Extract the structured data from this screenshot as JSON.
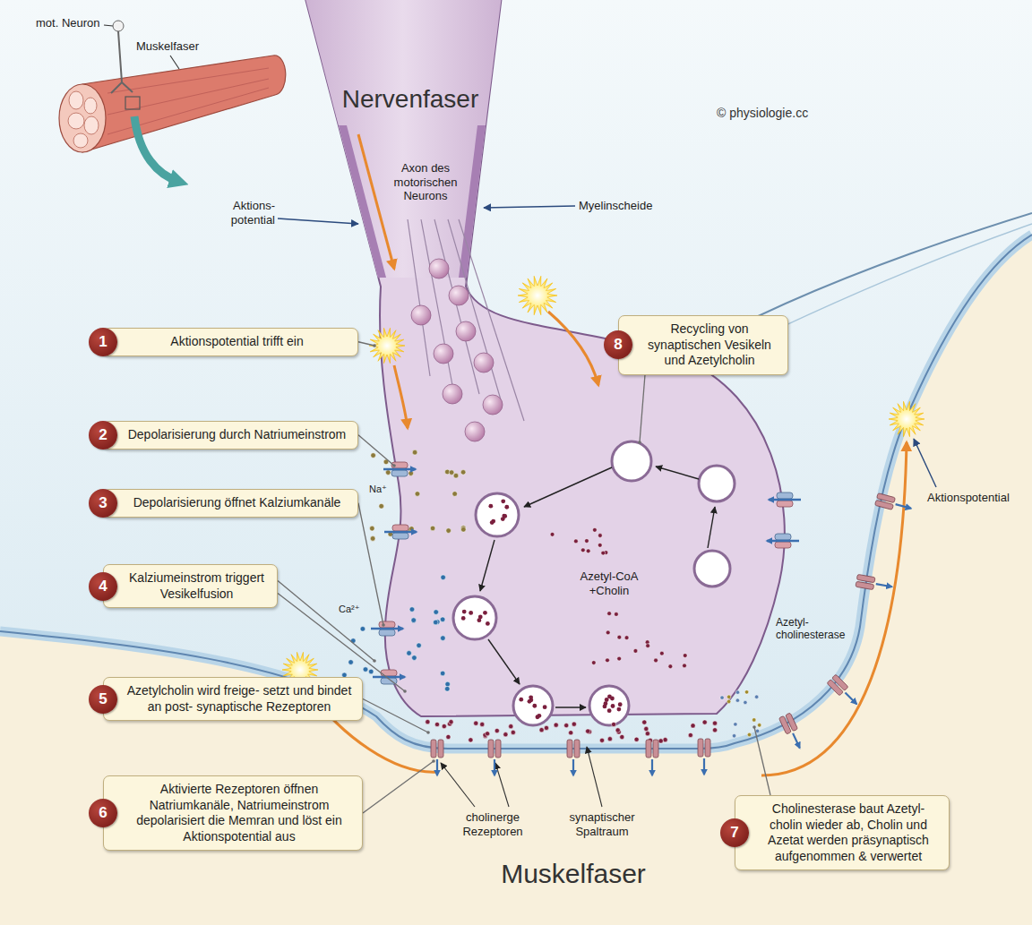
{
  "diagram": {
    "nodes": [
      {
        "text": [
          "1",
          "Aktionspotential trifft ein"
        ]
      },
      {
        "text": [
          "2",
          "Depolarisierung durch Natriumeinstrom"
        ]
      },
      {
        "text": [
          "3",
          "Depolarisierung öffnet Kalziumkanäle"
        ]
      },
      {
        "text": [
          "4",
          "Kalziumeinstrom triggert Vesikelfusion"
        ]
      },
      {
        "text": [
          "5",
          "Azetylcholin wird freige- setzt und bindet an post- synaptische Rezeptoren"
        ]
      },
      {
        "text": [
          "6",
          "Aktivierte Rezeptoren öffnen Natriumkanäle, Natriumeinstrom depolarisiert die Memran und löst ein Aktionspotential aus"
        ]
      },
      {
        "text": [
          "7",
          "Cholinesterase baut Azetyl- cholin wieder ab, Cholin und Azetat werden präsynaptisch aufgenommen & verwertet"
        ]
      },
      {
        "text": [
          "8",
          "Recycling von synaptischen Vesikeln und Azetylcholin"
        ]
      }
    ],
    "labels": [
      "mot. Neuron",
      "Muskelfaser",
      "Nervenfaser",
      "© physiologie.cc",
      "Axon des motorischen Neurons",
      "Aktions- potential",
      "Myelinscheide",
      "Na⁺",
      "Ca²⁺",
      "Azetyl-CoA +Cholin",
      "Azetyl- cholinesterase",
      "Aktionspotential",
      "cholinerge Rezeptoren",
      "synaptischer Spaltraum",
      "Muskelfaser"
    ]
  }
}
